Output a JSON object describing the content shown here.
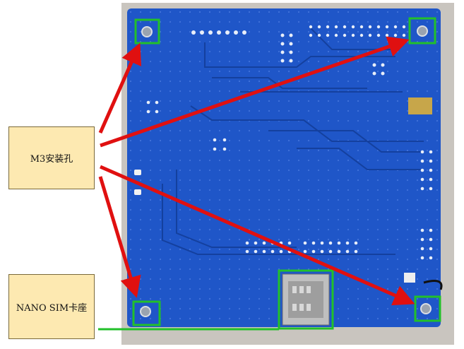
{
  "labels": {
    "m3_mounting_hole": "M3安装孔",
    "nano_sim_slot": "NANO SIM卡座"
  },
  "colors": {
    "pcb": "#1f56c8",
    "label_bg": "#fde9b1",
    "arrow": "#e01010",
    "highlight": "#22c02a",
    "background": "#ffffff"
  },
  "photo": {
    "subject": "blue-pcb-back-side"
  }
}
